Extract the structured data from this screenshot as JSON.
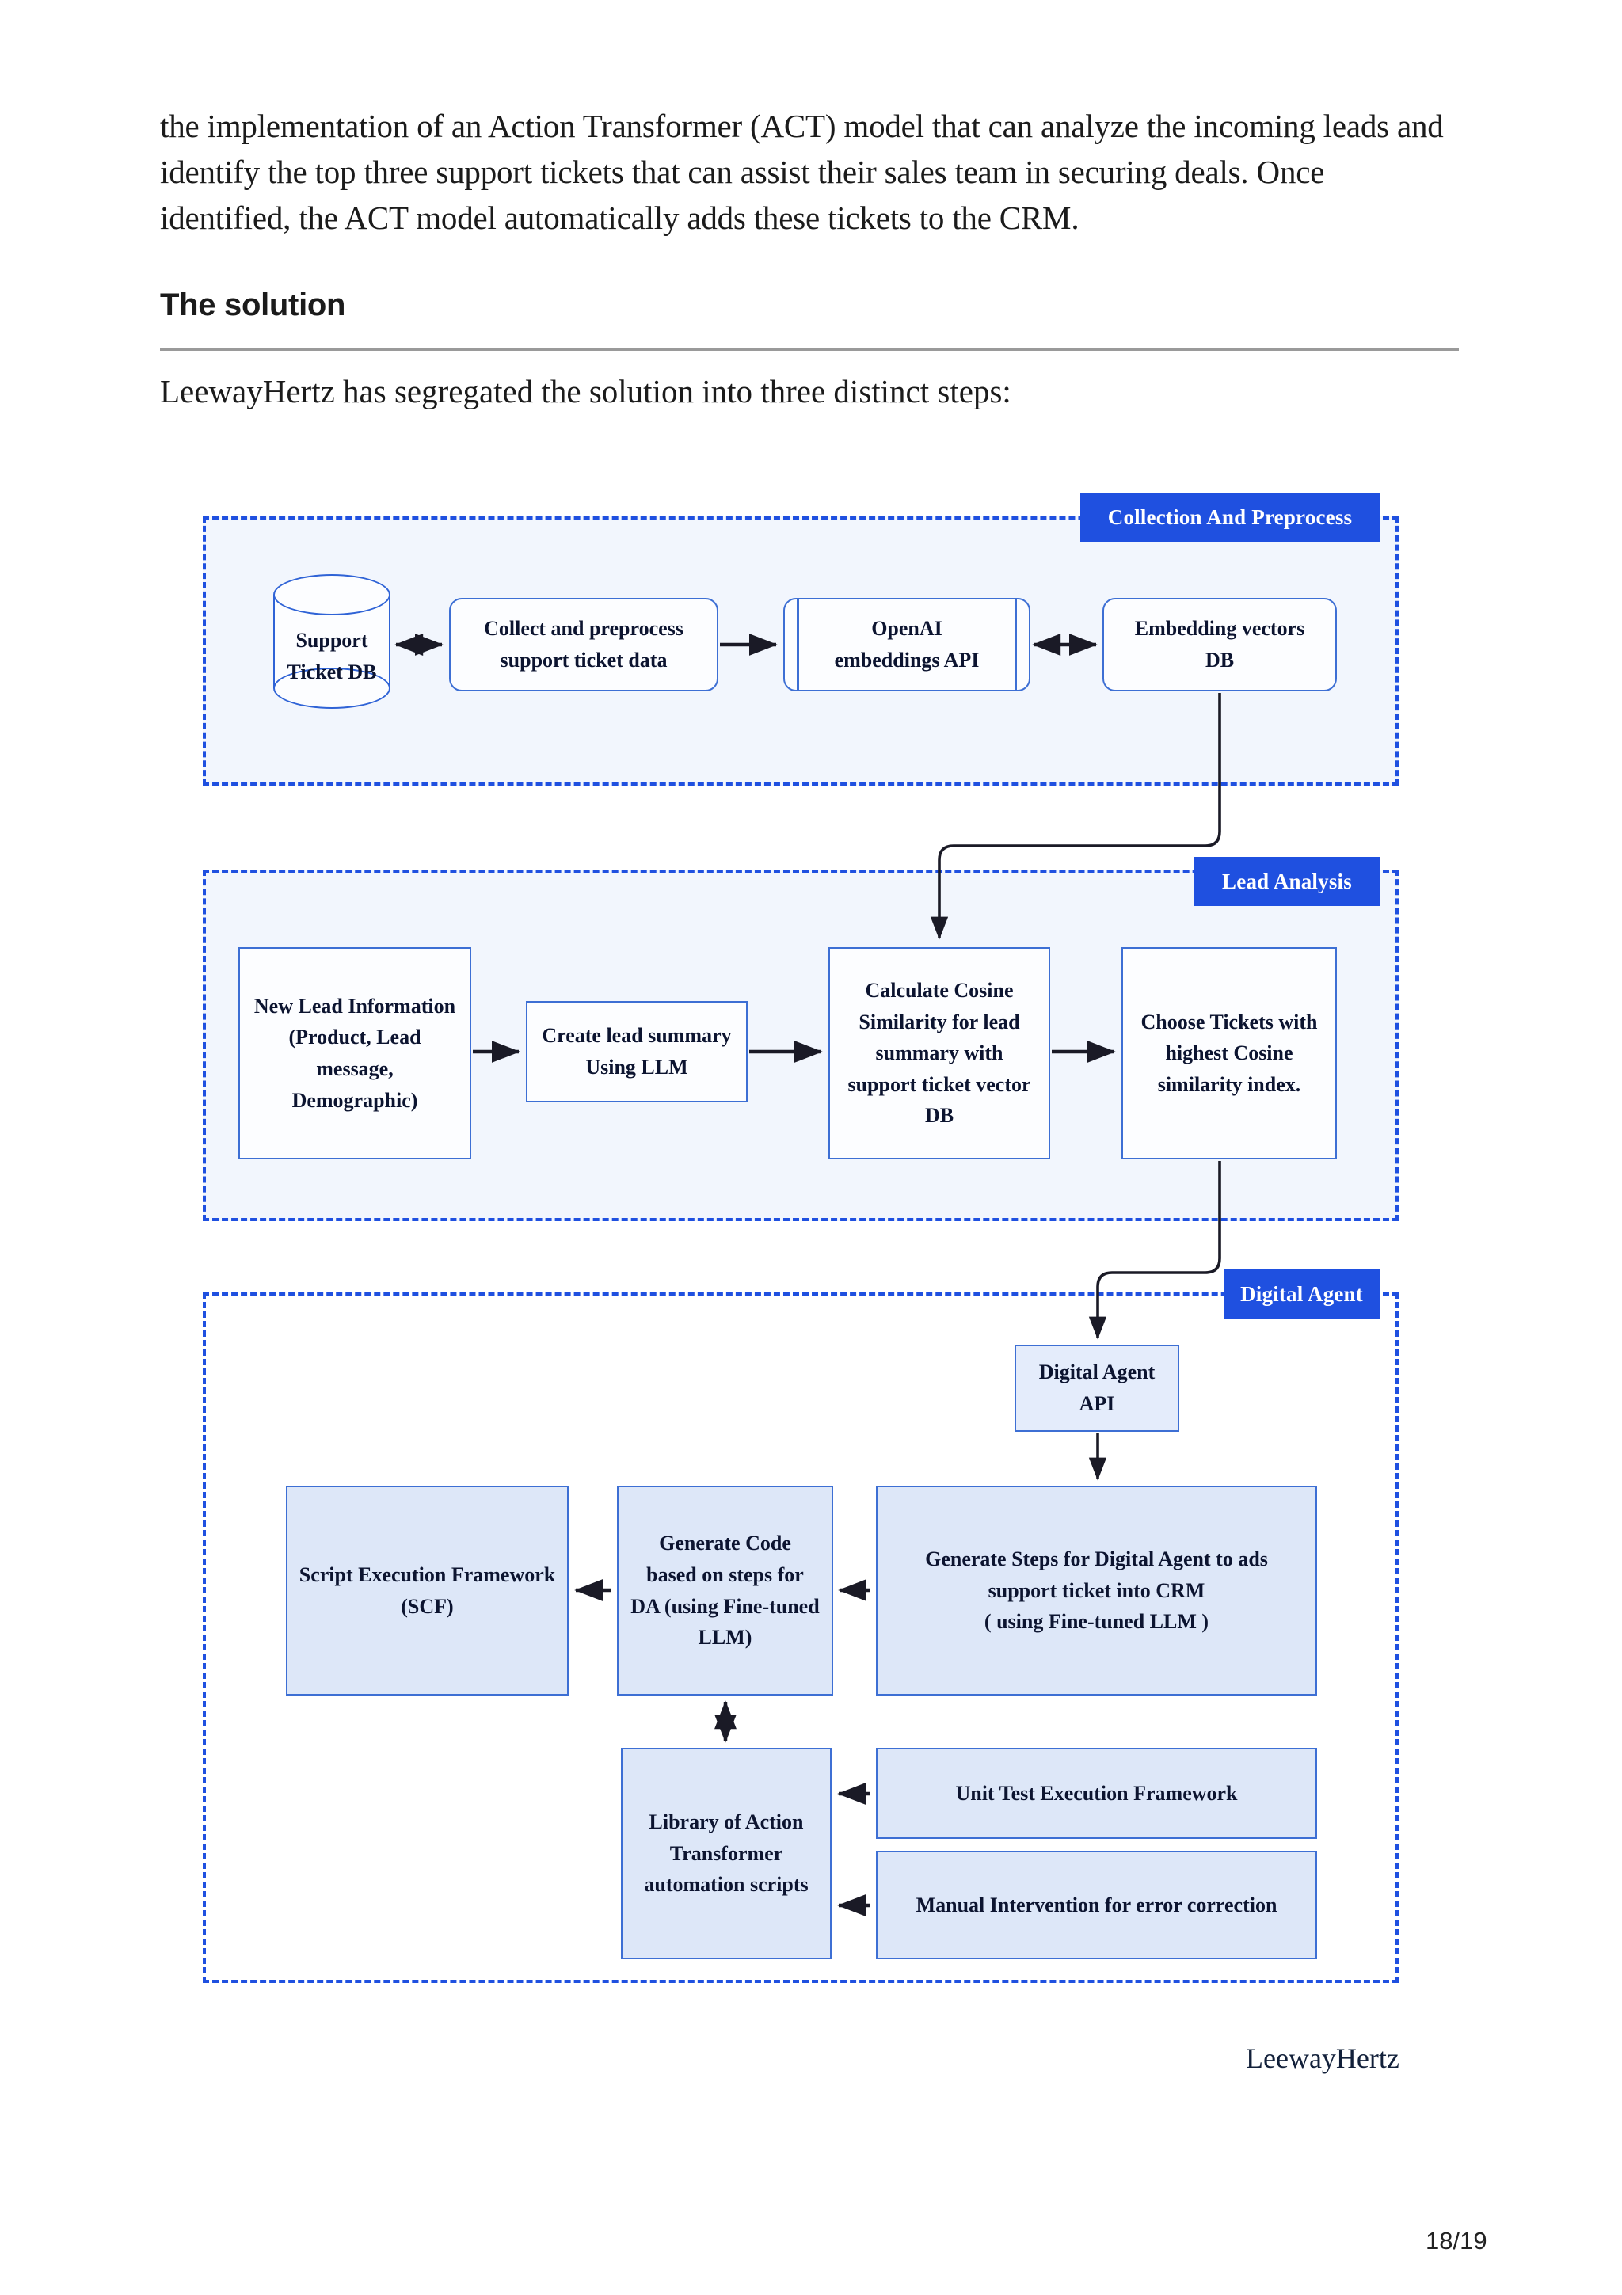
{
  "document": {
    "paragraph": "the implementation of an Action Transformer (ACT) model that can analyze the incoming leads and identify the top three support tickets that can assist their sales team in securing deals. Once identified, the ACT model automatically adds these tickets to the CRM.",
    "heading": "The solution",
    "lead_in": "LeewayHertz has segregated the solution into three distinct steps:",
    "brand_footer": "LeewayHertz",
    "page_number": "18/19"
  },
  "colors": {
    "badge_blue": "#1f50e0",
    "node_border": "#3d6fd4",
    "section_border": "#1f50e0",
    "section_fill": "#f2f6fd",
    "node_tint": "#dde7f8",
    "arrow": "#1a1a26",
    "rule": "#9a9a9a"
  },
  "diagram": {
    "title": "LeewayHertz ACT solution flow",
    "sections": [
      {
        "id": "collection-and-preprocess",
        "badge": "Collection And Preprocess",
        "nodes": [
          {
            "id": "support-ticket-db",
            "shape": "cylinder",
            "label_lines": [
              "Support",
              "Ticket DB"
            ]
          },
          {
            "id": "collect-and-preprocess",
            "shape": "rounded-rect",
            "label_lines": [
              "Collect and preprocess",
              "support ticket data"
            ]
          },
          {
            "id": "openai-embeddings-api",
            "shape": "predefined-process",
            "label_lines": [
              "OpenAI",
              "embeddings API"
            ]
          },
          {
            "id": "embedding-vectors-db",
            "shape": "rounded-rect",
            "label_lines": [
              "Embedding vectors",
              "DB"
            ]
          }
        ],
        "connections": [
          {
            "from": "support-ticket-db",
            "to": "collect-and-preprocess",
            "type": "bidirectional"
          },
          {
            "from": "collect-and-preprocess",
            "to": "openai-embeddings-api",
            "type": "directional"
          },
          {
            "from": "openai-embeddings-api",
            "to": "embedding-vectors-db",
            "type": "bidirectional"
          }
        ]
      },
      {
        "id": "lead-analysis",
        "badge": "Lead Analysis",
        "nodes": [
          {
            "id": "new-lead-information",
            "shape": "rect",
            "label_lines": [
              "New Lead Information",
              "(Product, Lead",
              "message,",
              "Demographic)"
            ]
          },
          {
            "id": "create-lead-summary",
            "shape": "rect",
            "label_lines": [
              "Create lead summary",
              "Using LLM"
            ]
          },
          {
            "id": "calculate-cosine-similarity",
            "shape": "rect",
            "label_lines": [
              "Calculate Cosine",
              "Similarity for lead",
              "summary with",
              "support ticket vector",
              "DB"
            ]
          },
          {
            "id": "choose-tickets",
            "shape": "rect",
            "label_lines": [
              "Choose Tickets with",
              "highest Cosine",
              "similarity index."
            ]
          }
        ],
        "connections": [
          {
            "from": "new-lead-information",
            "to": "create-lead-summary",
            "type": "directional"
          },
          {
            "from": "create-lead-summary",
            "to": "calculate-cosine-similarity",
            "type": "directional"
          },
          {
            "from": "calculate-cosine-similarity",
            "to": "choose-tickets",
            "type": "directional"
          }
        ]
      },
      {
        "id": "digital-agent",
        "badge": "Digital Agent",
        "nodes": [
          {
            "id": "digital-agent-api",
            "shape": "rect",
            "label_lines": [
              "Digital Agent",
              "API"
            ]
          },
          {
            "id": "generate-steps-for-digital-agent",
            "shape": "rect",
            "label_lines": [
              "Generate Steps for Digital Agent to ads",
              "support ticket into CRM",
              "( using Fine-tuned LLM )"
            ]
          },
          {
            "id": "generate-code",
            "shape": "rect",
            "label_lines": [
              "Generate Code",
              "based on steps for",
              "DA (using Fine-tuned",
              "LLM)"
            ]
          },
          {
            "id": "script-execution-framework",
            "shape": "rect",
            "label_lines": [
              "Script Execution Framework",
              "(SCF)"
            ]
          },
          {
            "id": "library-of-action-transformer",
            "shape": "rect",
            "label_lines": [
              "Library of Action",
              "Transformer",
              "automation scripts"
            ]
          },
          {
            "id": "unit-test-execution-framework",
            "shape": "rect",
            "label_lines": [
              "Unit Test Execution Framework"
            ]
          },
          {
            "id": "manual-intervention",
            "shape": "rect",
            "label_lines": [
              "Manual Intervention for error correction"
            ]
          }
        ],
        "connections": [
          {
            "from": "digital-agent-api",
            "to": "generate-steps-for-digital-agent",
            "type": "directional"
          },
          {
            "from": "generate-steps-for-digital-agent",
            "to": "generate-code",
            "type": "directional"
          },
          {
            "from": "generate-code",
            "to": "script-execution-framework",
            "type": "directional"
          },
          {
            "from": "generate-code",
            "to": "library-of-action-transformer",
            "type": "bidirectional"
          },
          {
            "from": "unit-test-execution-framework",
            "to": "library-of-action-transformer",
            "type": "directional"
          },
          {
            "from": "manual-intervention",
            "to": "library-of-action-transformer",
            "type": "directional"
          }
        ]
      }
    ],
    "cross_section_connections": [
      {
        "from": "embedding-vectors-db",
        "to": "calculate-cosine-similarity",
        "type": "directional"
      },
      {
        "from": "choose-tickets",
        "to": "digital-agent-api",
        "type": "directional"
      }
    ]
  }
}
